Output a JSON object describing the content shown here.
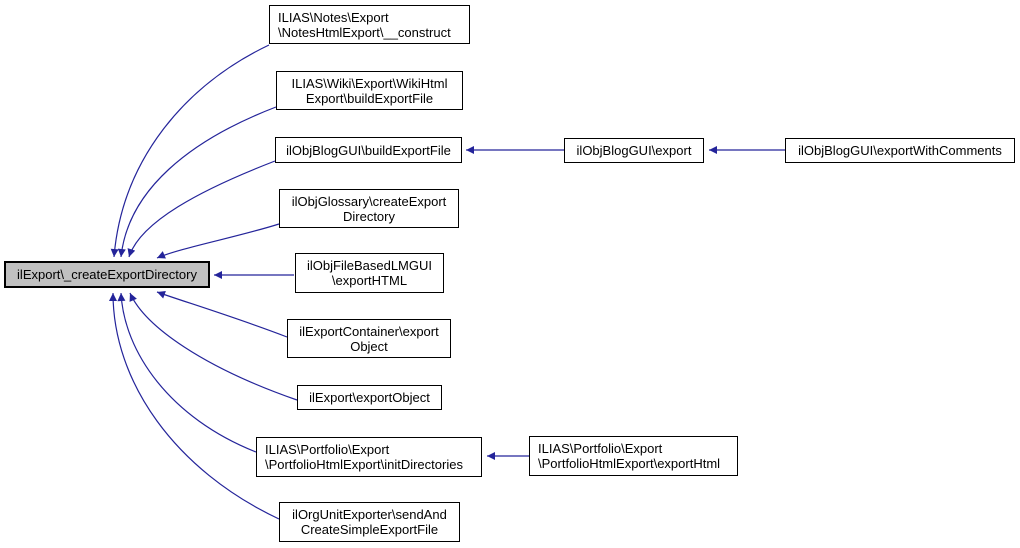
{
  "diagram_type": "caller-graph",
  "colors": {
    "background": "#ffffff",
    "edge": "#24249a",
    "node_border": "#000000",
    "node_fill": "#ffffff",
    "highlight_fill": "#c0c0c0"
  },
  "nodes": {
    "main": {
      "label": "ilExport\\_createExportDirectory",
      "highlighted": true
    },
    "notes_construct": {
      "label": "ILIAS\\Notes\\Export\n\\NotesHtmlExport\\__construct"
    },
    "wiki_build": {
      "label": "ILIAS\\Wiki\\Export\\WikiHtml\nExport\\buildExportFile"
    },
    "blog_build": {
      "label": "ilObjBlogGUI\\buildExportFile"
    },
    "glossary_create": {
      "label": "ilObjGlossary\\createExport\nDirectory"
    },
    "lm_export_html": {
      "label": "ilObjFileBasedLMGUI\n\\exportHTML"
    },
    "container_export": {
      "label": "ilExportContainer\\export\nObject"
    },
    "export_object": {
      "label": "ilExport\\exportObject"
    },
    "portfolio_init": {
      "label": "ILIAS\\Portfolio\\Export\n\\PortfolioHtmlExport\\initDirectories"
    },
    "orgunit_send": {
      "label": "ilOrgUnitExporter\\sendAnd\nCreateSimpleExportFile"
    },
    "blog_export": {
      "label": "ilObjBlogGUI\\export"
    },
    "blog_export_comments": {
      "label": "ilObjBlogGUI\\exportWithComments"
    },
    "portfolio_export_html": {
      "label": "ILIAS\\Portfolio\\Export\n\\PortfolioHtmlExport\\exportHtml"
    }
  }
}
